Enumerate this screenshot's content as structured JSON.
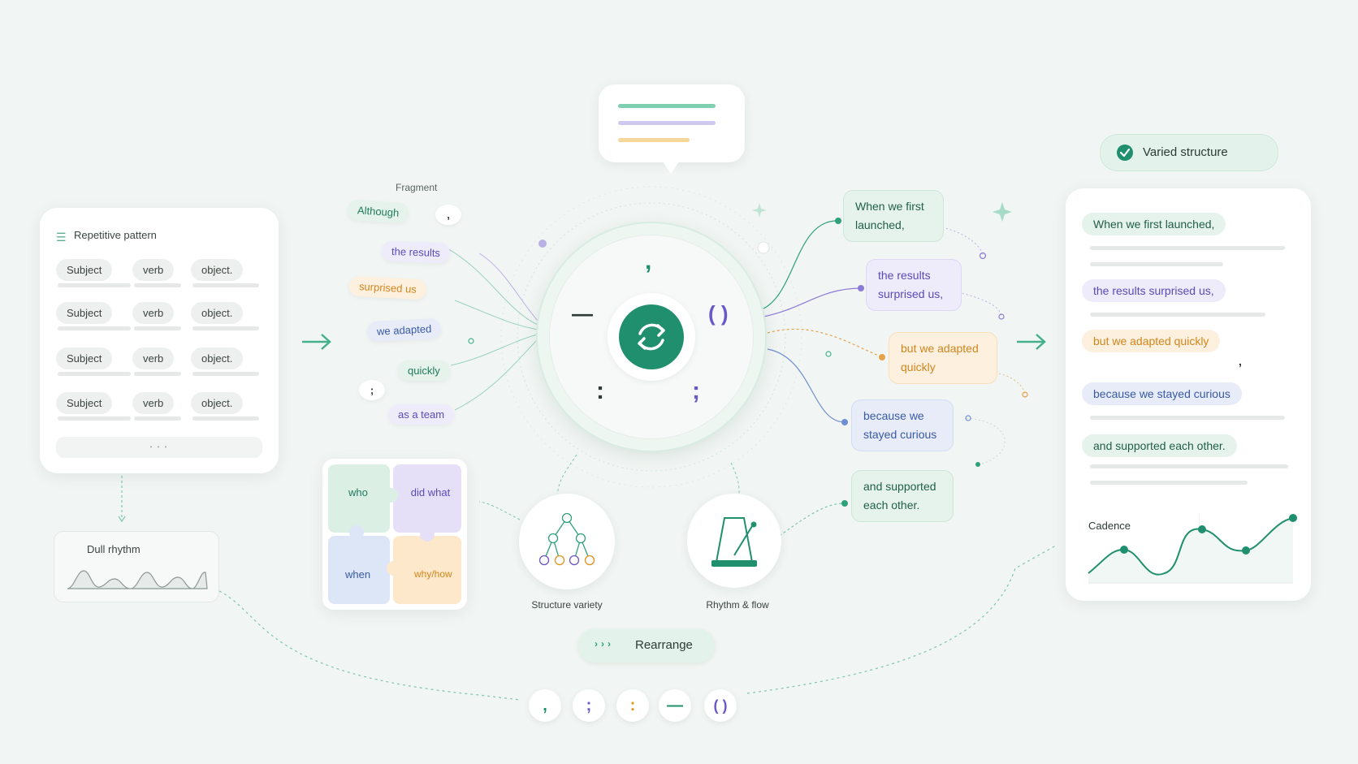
{
  "left_panel": {
    "title": "Repetitive pattern",
    "rows": [
      {
        "subject": "Subject",
        "verb": "verb",
        "object": "object."
      },
      {
        "subject": "Subject",
        "verb": "verb",
        "object": "object."
      },
      {
        "subject": "Subject",
        "verb": "verb",
        "object": "object."
      },
      {
        "subject": "Subject",
        "verb": "verb",
        "object": "object."
      }
    ],
    "more": "• • •"
  },
  "dull": {
    "label": "Dull rhythm"
  },
  "fragments": {
    "heading": "Fragment",
    "items": [
      "Although",
      ",",
      "the results",
      "surprised us",
      "we adapted",
      "quickly",
      ";",
      "as a team"
    ]
  },
  "wheel": {
    "top": ",",
    "left": "—",
    "right": "( )",
    "bottom_left": ":",
    "bottom_right": ";",
    "center_icon": "refresh-icon"
  },
  "puzzle": {
    "tl": "who",
    "tr": "did what",
    "bl": "when",
    "br": "why/how"
  },
  "tools": {
    "structure": "Structure variety",
    "rhythm": "Rhythm & flow",
    "rearrange": "Rearrange"
  },
  "clauses": [
    "When we first launched,",
    "the results surprised us,",
    "but we adapted quickly",
    "because we stayed curious",
    "and supported each other."
  ],
  "result": {
    "badge": "Varied structure",
    "lines": [
      "When we first launched,",
      "the results surprised us,",
      "but we adapted quickly",
      ",",
      "because we stayed curious",
      "and supported each other."
    ],
    "cadence": "Cadence"
  },
  "punct_row": [
    ",",
    ";",
    ":",
    "—",
    "( )"
  ],
  "colors": {
    "green": "#1f8f6e",
    "purple": "#6a57c8",
    "orange": "#e2921e",
    "blue": "#3e5fae"
  }
}
